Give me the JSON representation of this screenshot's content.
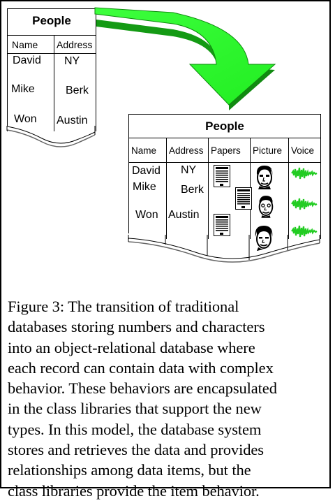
{
  "table_before": {
    "title": "People",
    "columns": [
      "Name",
      "Address"
    ],
    "rows": [
      {
        "name": "David",
        "address": "NY"
      },
      {
        "name": "Mike",
        "address": "Berk"
      },
      {
        "name": "Won",
        "address": "Austin"
      }
    ]
  },
  "table_after": {
    "title": "People",
    "columns": [
      "Name",
      "Address",
      "Papers",
      "Picture",
      "Voice"
    ],
    "rows": [
      {
        "name": "David",
        "address": "NY"
      },
      {
        "name": "Mike",
        "address": "Berk"
      },
      {
        "name": "Won",
        "address": "Austin"
      }
    ]
  },
  "colors": {
    "arrow_light": "#33ff33",
    "arrow_dark": "#16b516",
    "waveform": "#22cc22"
  },
  "icons": {
    "paper": "document-page-icon",
    "picture": "face-photo-icon",
    "voice": "sound-waveform-icon"
  },
  "caption": "Figure 3: The transition of traditional\ndatabases storing numbers and characters\ninto an object-relational database where\neach record can contain data with complex\nbehavior.  These behaviors are encapsulated\nin the class libraries that support the new\ntypes.  In this model, the database system\nstores and retrieves the data and provides\nrelationships among data items, but the\nclass libraries provide the item behavior."
}
